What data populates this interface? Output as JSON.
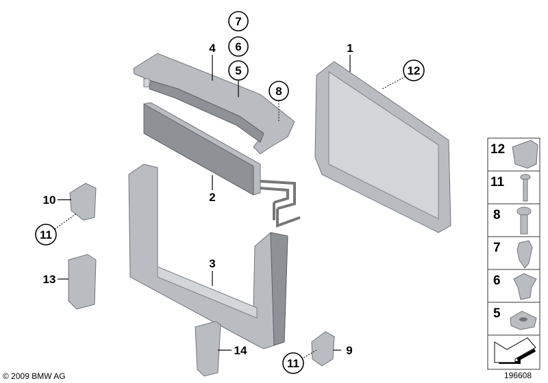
{
  "diagram": {
    "callouts": [
      {
        "label": "7",
        "circled": true
      },
      {
        "label": "6",
        "circled": true
      },
      {
        "label": "5",
        "circled": true
      },
      {
        "label": "4",
        "circled": false
      },
      {
        "label": "8",
        "circled": true
      },
      {
        "label": "1",
        "circled": false
      },
      {
        "label": "12",
        "circled": true
      },
      {
        "label": "2",
        "circled": false
      },
      {
        "label": "10",
        "circled": false
      },
      {
        "label": "11",
        "circled": true
      },
      {
        "label": "13",
        "circled": false
      },
      {
        "label": "3",
        "circled": false
      },
      {
        "label": "14",
        "circled": false
      },
      {
        "label": "11",
        "circled": true
      },
      {
        "label": "9",
        "circled": false
      }
    ],
    "legend": [
      "12",
      "11",
      "8",
      "7",
      "6",
      "5"
    ],
    "legend_arrow_icon": "direction-arrow-icon",
    "copyright": "© 2009 BMW AG",
    "image_number": "196608"
  }
}
